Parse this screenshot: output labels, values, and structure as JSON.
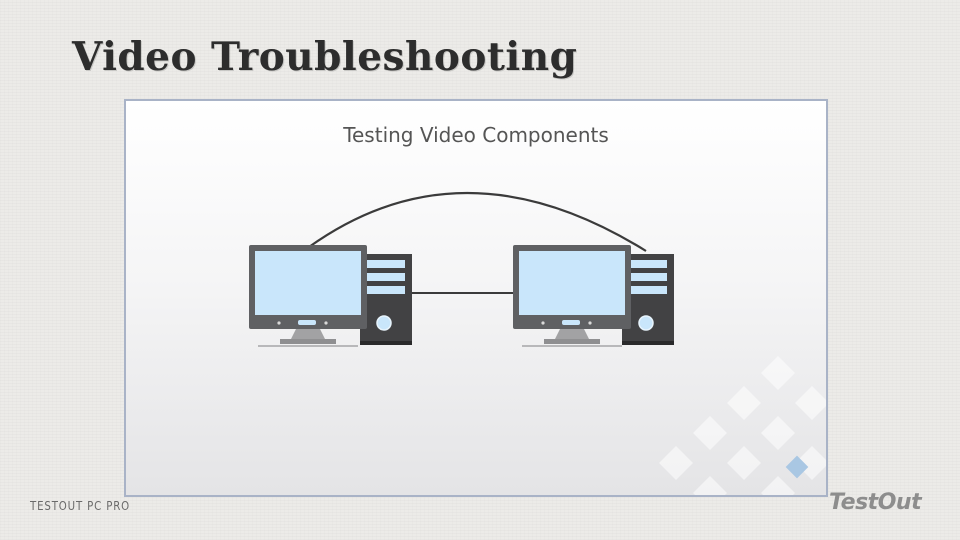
{
  "slide": {
    "title": "Video Troubleshooting",
    "footer_left": "TESTOUT PC PRO",
    "logo_text": "TestOut"
  },
  "diagram": {
    "title": "Testing Video Components",
    "nodes": [
      {
        "id": "computer-left",
        "type": "desktop-computer"
      },
      {
        "id": "computer-right",
        "type": "desktop-computer"
      }
    ],
    "connections": [
      {
        "from": "computer-left",
        "to": "computer-right",
        "style": "arc"
      },
      {
        "from": "computer-left",
        "to": "computer-right",
        "style": "straight"
      }
    ]
  },
  "colors": {
    "screen": "#c9e6fb",
    "bezel": "#5f6063",
    "tower": "#424244",
    "drive_bay": "#c9e6fb",
    "accent_tile": "#a9c7e3"
  }
}
